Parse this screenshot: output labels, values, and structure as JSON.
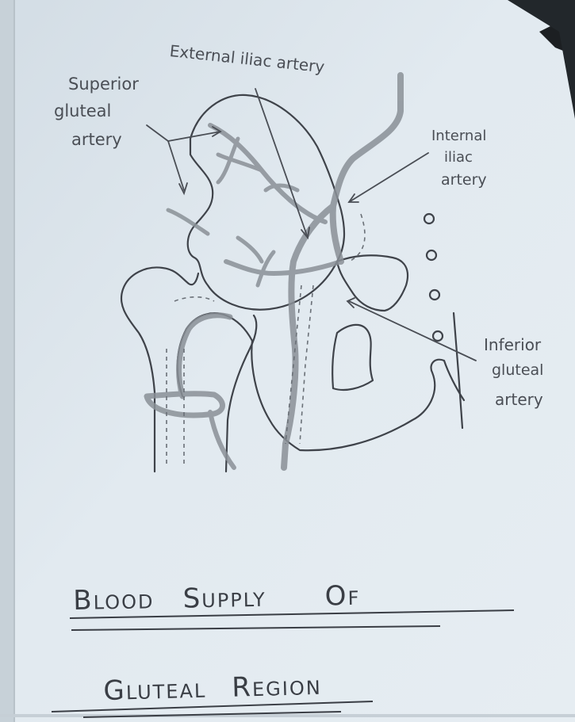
{
  "labels": {
    "external_iliac": "External iliac artery",
    "superior_gluteal_1": "Superior",
    "superior_gluteal_2": "gluteal",
    "superior_gluteal_3": "artery",
    "internal_iliac_1": "Internal",
    "internal_iliac_2": "iliac",
    "internal_iliac_3": "artery",
    "inferior_gluteal_1": "Inferior",
    "inferior_gluteal_2": "gluteal",
    "inferior_gluteal_3": "artery"
  },
  "title": {
    "line1_word1_cap": "B",
    "line1_word1_rest": "LOOD",
    "line1_word2_cap": "S",
    "line1_word2_rest": "UPPLY",
    "line1_word3_cap": "O",
    "line1_word3_rest": "F",
    "line2_word1_cap": "G",
    "line2_word1_rest": "LUTEAL",
    "line2_word2_cap": "R",
    "line2_word2_rest": "EGION"
  },
  "colors": {
    "paper": "#dfe8ee",
    "pencil": "#3f434a",
    "shading": "#8a9097",
    "background": "#1c1f22"
  }
}
